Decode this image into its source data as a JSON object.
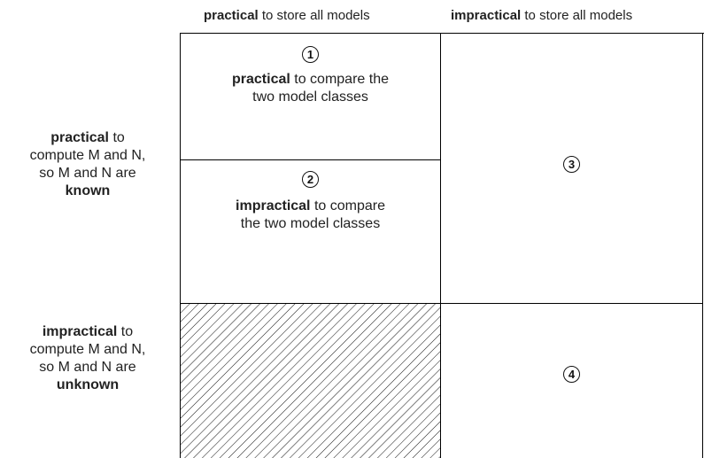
{
  "columns": {
    "practical": {
      "bold": "practical",
      "rest": " to store all models"
    },
    "impractical": {
      "bold": "impractical",
      "rest": " to store all models"
    }
  },
  "rows": {
    "practical": {
      "bold1": "practical",
      "t1": " to",
      "t2": "compute M and N,",
      "t3": "so M and N are",
      "bold2": "known"
    },
    "impractical": {
      "bold1": "impractical",
      "t1": " to",
      "t2": "compute M and N,",
      "t3": "so M and N are",
      "bold2": "unknown"
    }
  },
  "cells": {
    "c1": {
      "num": "1",
      "bold": "practical",
      "t1": " to compare the",
      "t2": "two model classes"
    },
    "c2": {
      "num": "2",
      "bold": "impractical",
      "t1": " to compare",
      "t2": "the two model classes"
    },
    "c3": {
      "num": "3"
    },
    "c4": {
      "num": "4"
    }
  }
}
